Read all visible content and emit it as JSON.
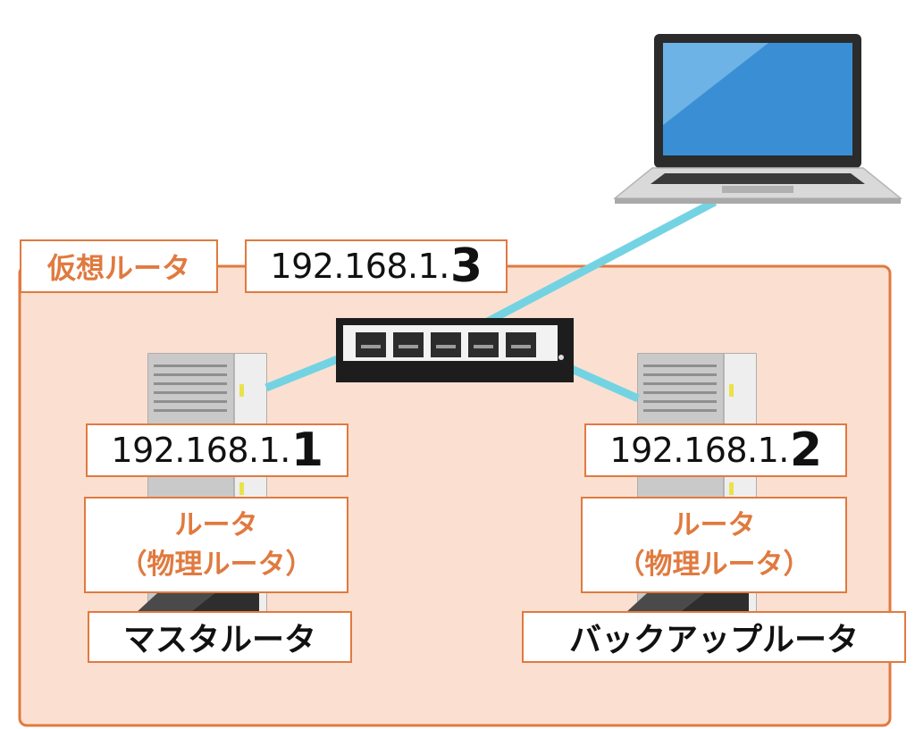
{
  "colors": {
    "accent": "#e07a3f",
    "region_fill": "#fbe0d2",
    "cable": "#74d3e2",
    "switch_body": "#1d1d1d"
  },
  "virtual_router": {
    "label": "仮想ルータ",
    "ip_prefix": "192.168.1.",
    "ip_last": "3"
  },
  "routers": [
    {
      "ip_prefix": "192.168.1.",
      "ip_last": "1",
      "name": "ルータ",
      "sub": "（物理ルータ）",
      "role": "マスタルータ"
    },
    {
      "ip_prefix": "192.168.1.",
      "ip_last": "2",
      "name": "ルータ",
      "sub": "（物理ルータ）",
      "role": "バックアップルータ"
    }
  ],
  "icons": [
    "laptop-icon",
    "network-switch-icon",
    "server-icon",
    "server-icon"
  ]
}
